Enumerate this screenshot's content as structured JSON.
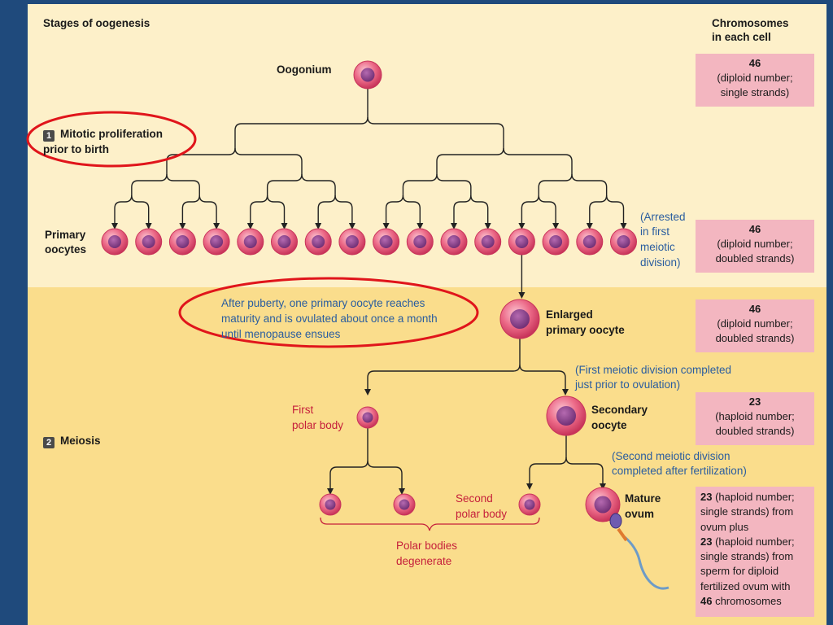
{
  "title": "Stages of oogenesis",
  "chromosomes_header": [
    "Chromosomes",
    "in each cell"
  ],
  "step1": {
    "number": "1",
    "label": [
      "Mitotic proliferation",
      "prior to birth"
    ]
  },
  "step2": {
    "number": "2",
    "label": "Meiosis"
  },
  "labels": {
    "oogonium": "Oogonium",
    "primary_oocytes": [
      "Primary",
      "oocytes"
    ],
    "arrested_note": [
      "(Arrested",
      "in first",
      "meiotic",
      "division)"
    ],
    "puberty_note": [
      "After puberty, one primary oocyte reaches",
      "maturity and is ovulated about once a month",
      "until menopause ensues"
    ],
    "enlarged_primary_oocyte": [
      "Enlarged",
      "primary oocyte"
    ],
    "first_meiotic_note": [
      "(First meiotic division completed",
      "just prior to ovulation)"
    ],
    "first_polar_body": [
      "First",
      "polar body"
    ],
    "secondary_oocyte": [
      "Secondary",
      "oocyte"
    ],
    "second_meiotic_note": [
      "(Second meiotic division",
      "completed after fertilization)"
    ],
    "second_polar_body": [
      "Second",
      "polar body"
    ],
    "mature_ovum": [
      "Mature",
      "ovum"
    ],
    "polar_bodies_degenerate": [
      "Polar bodies",
      "degenerate"
    ]
  },
  "chromosome_boxes": [
    {
      "count": "46",
      "line1": "(diploid number;",
      "line2": "single strands)"
    },
    {
      "count": "46",
      "line1": "(diploid number;",
      "line2": "doubled strands)"
    },
    {
      "count": "46",
      "line1": "(diploid number;",
      "line2": "doubled strands)"
    },
    {
      "count": "23",
      "line1": "(haploid number;",
      "line2": "doubled strands)"
    }
  ],
  "ovum_box": {
    "n1": "23",
    "t1": " (haploid number;",
    "l2": "single strands) from",
    "l3": "ovum plus",
    "n2": "23",
    "t2": " (haploid number;",
    "l5": "single strands) from",
    "l6": "sperm for diploid",
    "l7": "fertilized ovum with",
    "n3": "46",
    "t3": " chromosomes"
  },
  "primary_oocyte_count": 16,
  "colors": {
    "background_frame": "#1f4a7c",
    "panel_top": "#fdf0c9",
    "panel_bottom": "#fadd8c",
    "chromosome_box": "#f3b6c0",
    "cell_outer": "#e34a6c",
    "cell_nucleus": "#8a3d8a",
    "highlight_oval": "#e0151b",
    "note_blue": "#2a5d9f",
    "polar_red": "#c51f3b"
  }
}
